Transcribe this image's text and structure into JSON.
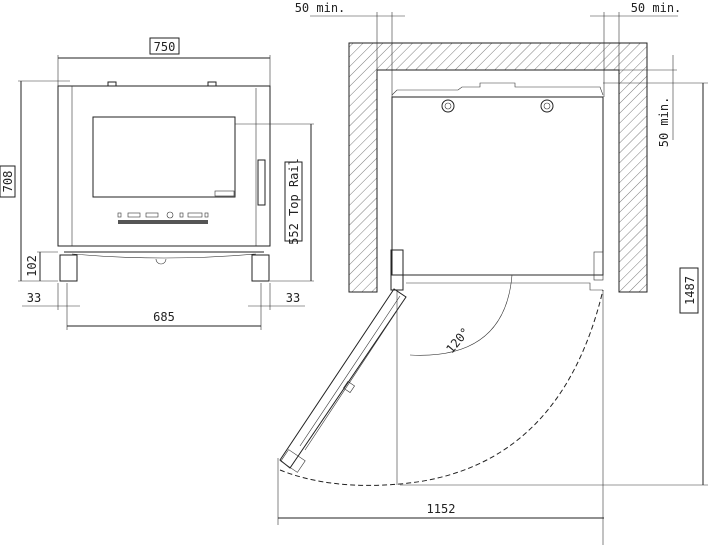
{
  "front_view": {
    "width_label": "750",
    "height_label": "708",
    "leg_height_label": "102",
    "top_rail_label": "552 Top Rail",
    "left_offset_label": "33",
    "right_offset_label": "33",
    "leg_span_label": "685"
  },
  "plan_view": {
    "clearance_left_label": "50 min.",
    "clearance_right_label": "50 min.",
    "clearance_back_label": "50 min.",
    "door_angle_label": "120°",
    "total_width_label": "1152",
    "total_depth_label": "1487"
  }
}
